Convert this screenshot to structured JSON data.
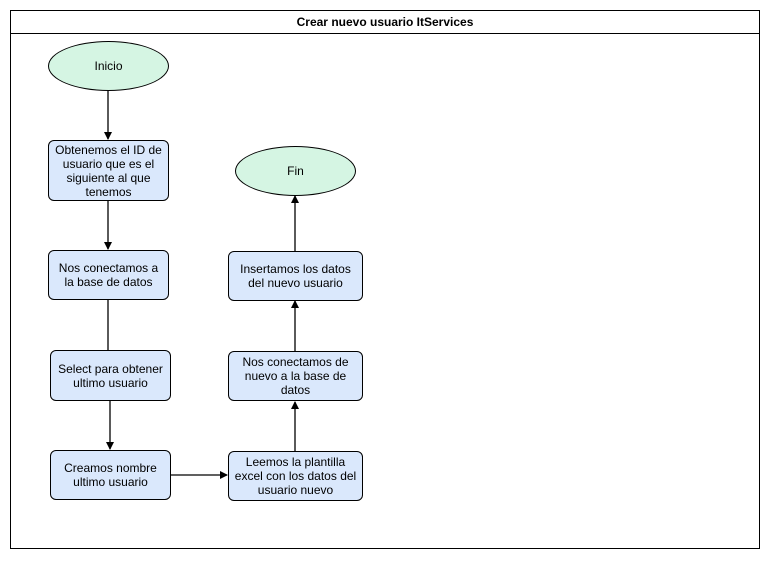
{
  "diagram": {
    "title": "Crear nuevo usuario ItServices",
    "colors": {
      "process_fill": "#dae8fc",
      "terminal_fill": "#d5f5e3",
      "stroke": "#000000"
    },
    "nodes": {
      "inicio": "Inicio",
      "obtener_id": "Obtenemos el ID de usuario que es el siguiente al que tenemos",
      "conectar_bd": "Nos conectamos a la base de datos",
      "select_ultimo": "Select para obtener ultimo usuario",
      "crear_nombre": "Creamos nombre ultimo usuario",
      "leer_excel": "Leemos la plantilla excel con los datos del usuario nuevo",
      "reconectar_bd": "Nos conectamos de nuevo a la base de datos",
      "insertar_datos": "Insertamos los datos del nuevo usuario",
      "fin": "Fin"
    },
    "edges": [
      {
        "from": "inicio",
        "to": "obtener_id",
        "arrow": true
      },
      {
        "from": "obtener_id",
        "to": "conectar_bd",
        "arrow": true
      },
      {
        "from": "conectar_bd",
        "to": "select_ultimo",
        "arrow": false
      },
      {
        "from": "select_ultimo",
        "to": "crear_nombre",
        "arrow": true
      },
      {
        "from": "crear_nombre",
        "to": "leer_excel",
        "arrow": true
      },
      {
        "from": "leer_excel",
        "to": "reconectar_bd",
        "arrow": true
      },
      {
        "from": "reconectar_bd",
        "to": "insertar_datos",
        "arrow": true
      },
      {
        "from": "insertar_datos",
        "to": "fin",
        "arrow": true
      }
    ]
  }
}
